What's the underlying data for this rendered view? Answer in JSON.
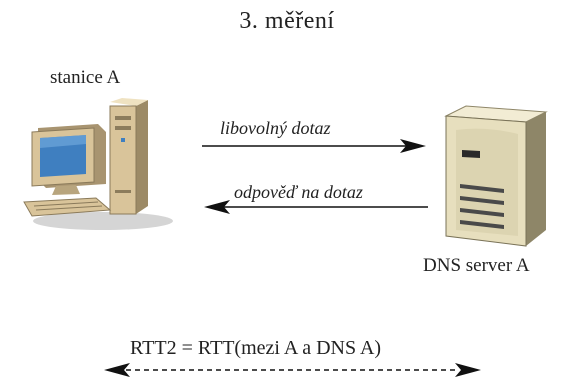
{
  "title": "3. měření",
  "station": {
    "label": "stanice A",
    "icon": "desktop-computer-icon"
  },
  "server": {
    "label": "DNS server A",
    "icon": "server-tower-icon"
  },
  "messages": {
    "request": "libovolný dotaz",
    "response": "odpověď na dotaz"
  },
  "rtt": {
    "label": "RTT2 = RTT(mezi A a DNS A)"
  },
  "colors": {
    "text": "#222222",
    "arrow": "#111111",
    "computer_body": "#d9c49a",
    "computer_shadow": "#9c8a66",
    "screen": "#3f7fc0",
    "server_body": "#e7dfbe",
    "server_shadow": "#8e8668"
  }
}
